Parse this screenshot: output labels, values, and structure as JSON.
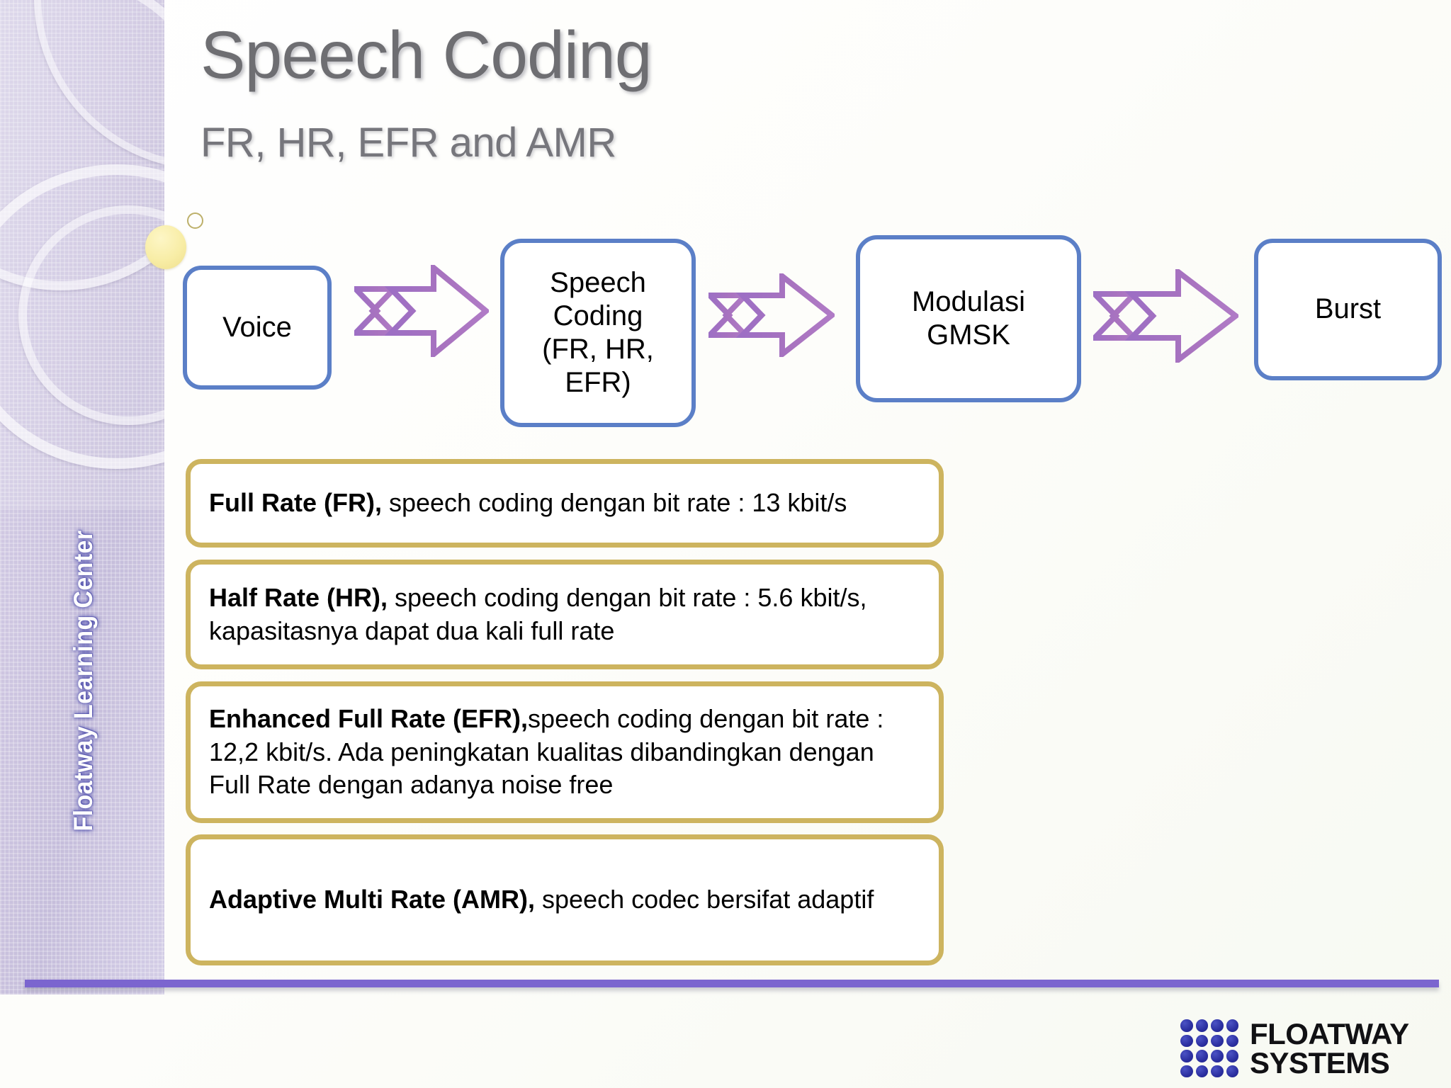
{
  "slide": {
    "title": "Speech Coding",
    "subtitle": "FR, HR, EFR and AMR",
    "sidebar_title": "Floatway Learning Center"
  },
  "colors": {
    "box_border_blue": "#5b7fc7",
    "arrow_purple": "#a06cc0",
    "callout_border_gold": "#cdb45f",
    "rule_purple": "#7b65cf",
    "sidebar_lavender": "#cdc5e0",
    "title_gray": "#6e6e72",
    "logo_blue": "#2b2fa0",
    "yellow_dot": "#f8eda6"
  },
  "flow": {
    "nodes": [
      {
        "id": "voice",
        "label": "Voice"
      },
      {
        "id": "speech",
        "label": "Speech Coding (FR, HR, EFR)"
      },
      {
        "id": "mod",
        "label": "Modulasi GMSK"
      },
      {
        "id": "burst",
        "label": "Burst"
      }
    ],
    "node_lines": {
      "voice": [
        "Voice"
      ],
      "speech": [
        "Speech",
        "Coding",
        "(FR, HR,",
        "EFR)"
      ],
      "mod": [
        "Modulasi",
        "GMSK"
      ],
      "burst": [
        "Burst"
      ]
    },
    "arrows": [
      {
        "id": "arrow-1",
        "from": "voice",
        "to": "speech"
      },
      {
        "id": "arrow-2",
        "from": "speech",
        "to": "mod"
      },
      {
        "id": "arrow-3",
        "from": "mod",
        "to": "burst"
      }
    ]
  },
  "callouts": [
    {
      "term": "Full Rate (FR),",
      "description": " speech coding dengan bit rate : 13 kbit/s"
    },
    {
      "term": "Half Rate (HR),",
      "description": " speech coding dengan bit rate : 5.6 kbit/s, kapasitasnya dapat dua kali full rate"
    },
    {
      "term": "Enhanced Full Rate (EFR),",
      "description": "speech coding dengan bit rate : 12,2 kbit/s. Ada peningkatan kualitas dibandingkan dengan  Full Rate dengan adanya noise free"
    },
    {
      "term": "Adaptive Multi Rate (AMR),",
      "description": " speech codec bersifat adaptif"
    }
  ],
  "logo": {
    "line1": "FLOATWAY",
    "line2": "SYSTEMS"
  }
}
